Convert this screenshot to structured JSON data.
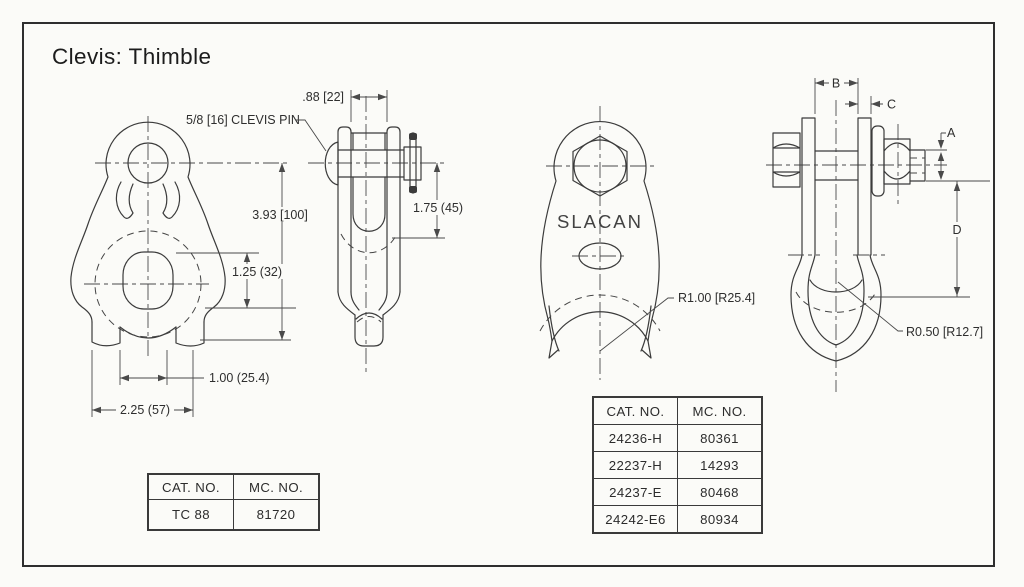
{
  "page": {
    "title": "Clevis: Thimble"
  },
  "colors": {
    "line": "#3b3b3b",
    "dim": "#4a4a4a",
    "paper": "#fbfbf8",
    "text": "#2c2c2c"
  },
  "views": {
    "front": {
      "name": "thimble front view",
      "pin_label": "5/8 [16] CLEVIS PIN",
      "dims": {
        "height": "3.93 [100]",
        "hole": "1.25 (32)",
        "inner_width": "1.00 (25.4)",
        "outer_width": "2.25 (57)"
      }
    },
    "side": {
      "name": "clevis side view with pin",
      "dims": {
        "jaw_opening": ".88 [22]",
        "pin_to_seat": "1.75 (45)"
      }
    },
    "bolted_front": {
      "name": "bolted clevis thimble front view",
      "brand": "SLACAN",
      "radius_label": "R1.00 [R25.4]"
    },
    "bolted_side": {
      "name": "bolted clevis thimble side view",
      "letters": {
        "a": "A",
        "b": "B",
        "c": "C",
        "d": "D"
      },
      "radius_label": "R0.50 [R12.7]"
    }
  },
  "tables": {
    "single": {
      "headers": [
        "CAT. NO.",
        "MC. NO."
      ],
      "rows": [
        [
          "TC 88",
          "81720"
        ]
      ]
    },
    "multi": {
      "headers": [
        "CAT. NO.",
        "MC. NO."
      ],
      "rows": [
        [
          "24236-H",
          "80361"
        ],
        [
          "22237-H",
          "14293"
        ],
        [
          "24237-E",
          "80468"
        ],
        [
          "24242-E6",
          "80934"
        ]
      ]
    }
  }
}
